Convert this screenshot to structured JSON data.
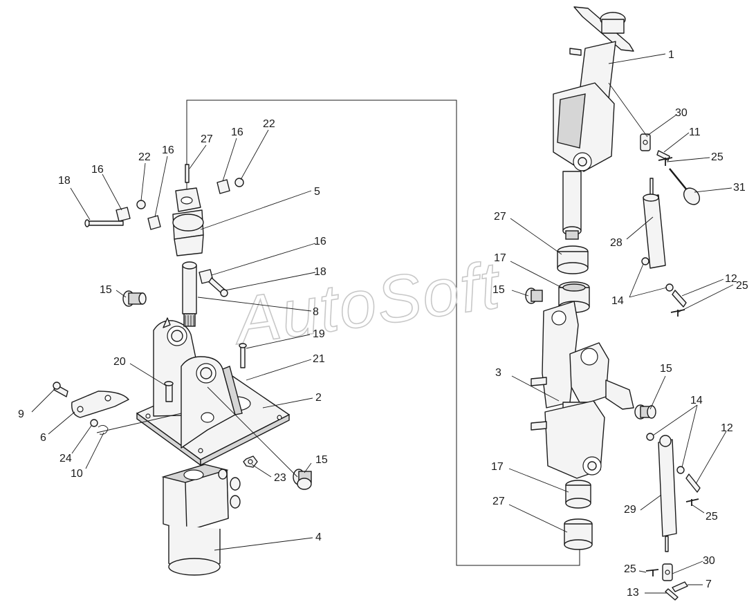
{
  "watermark": "AutoSoft",
  "callouts": {
    "c1": "1",
    "c2": "2",
    "c3": "3",
    "c4": "4",
    "c5": "5",
    "c6": "6",
    "c7": "7",
    "c8": "8",
    "c9": "9",
    "c10": "10",
    "c11": "11",
    "c12a": "12",
    "c12b": "12",
    "c13": "13",
    "c14a": "14",
    "c14b": "14",
    "c15a": "15",
    "c15b": "15",
    "c15c": "15",
    "c15d": "15",
    "c16a": "16",
    "c16b": "16",
    "c16c": "16",
    "c16d": "16",
    "c17a": "17",
    "c17b": "17",
    "c18a": "18",
    "c18b": "18",
    "c19": "19",
    "c20": "20",
    "c21": "21",
    "c22a": "22",
    "c22b": "22",
    "c23": "23",
    "c24": "24",
    "c25a": "25",
    "c25b": "25",
    "c25c": "25",
    "c25d": "25",
    "c27a": "27",
    "c27b": "27",
    "c27c": "27",
    "c28": "28",
    "c29": "29",
    "c30a": "30",
    "c30b": "30",
    "c31": "31"
  }
}
